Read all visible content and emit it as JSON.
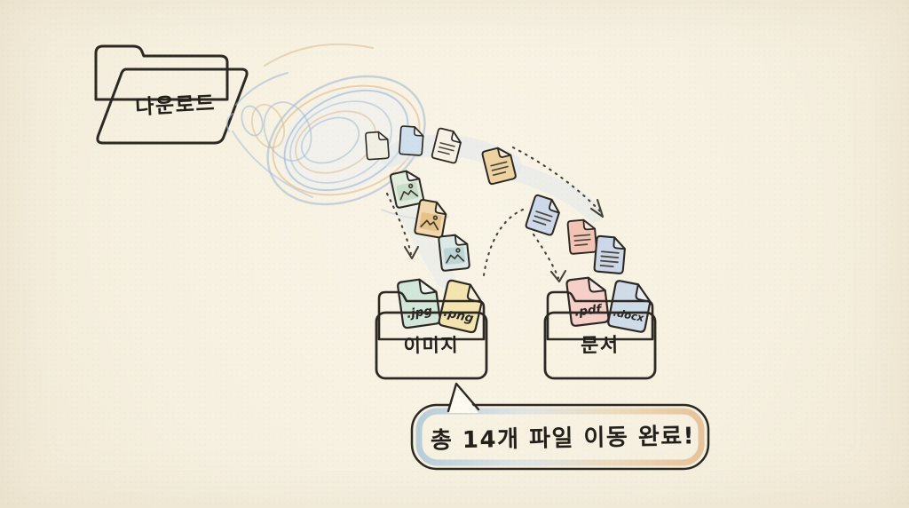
{
  "palette": {
    "paper": "#f7f2e3",
    "ink": "#2c2923",
    "swirl_blue": "#a3bad2",
    "swirl_orange": "#dcb586",
    "bubble_ring_blue": "#aac5d8",
    "bubble_ring_peach": "#e3b98b"
  },
  "source_folder": {
    "label": "다운로드",
    "fill": "#f3ecdb"
  },
  "flying_files": [
    {
      "name": "blank-file-white",
      "icon": "blank-file-icon",
      "color": "#f1eee4"
    },
    {
      "name": "blank-file-blue",
      "icon": "blank-file-icon",
      "color": "#cfdfeb"
    },
    {
      "name": "text-file-white",
      "icon": "text-file-icon",
      "color": "#f6f1e4"
    },
    {
      "name": "text-file-orange",
      "icon": "text-file-icon",
      "color": "#eed2a2"
    },
    {
      "name": "image-file-green",
      "icon": "image-file-icon",
      "color": "#e2edde",
      "accent": "#a8c9ad"
    },
    {
      "name": "image-file-orange",
      "icon": "image-file-icon",
      "color": "#f0d9ae",
      "accent": "#dca75f"
    },
    {
      "name": "image-file-teal",
      "icon": "image-file-icon",
      "color": "#dce9e6",
      "accent": "#96bfc2"
    },
    {
      "name": "text-file-blue-1",
      "icon": "text-file-icon",
      "color": "#cdd9ea"
    },
    {
      "name": "text-file-pink",
      "icon": "text-file-icon",
      "color": "#f3c4b5"
    },
    {
      "name": "text-file-blue-2",
      "icon": "text-file-icon",
      "color": "#ccd8e9"
    }
  ],
  "images_folder": {
    "label": "이미지",
    "fill": "#f4e9d0",
    "files": [
      {
        "label": ".jpg",
        "color": "#d2e7d9"
      },
      {
        "label": ".png",
        "color": "#f3e4b0"
      }
    ]
  },
  "documents_folder": {
    "label": "문서",
    "fill": "#f2e3c3",
    "files": [
      {
        "label": ".pdf",
        "color": "#f7cfc9"
      },
      {
        "label": ".docx",
        "color": "#d0dbe8"
      }
    ]
  },
  "speech_bubble": {
    "text": "총 14개 파일 이동 완료!"
  }
}
